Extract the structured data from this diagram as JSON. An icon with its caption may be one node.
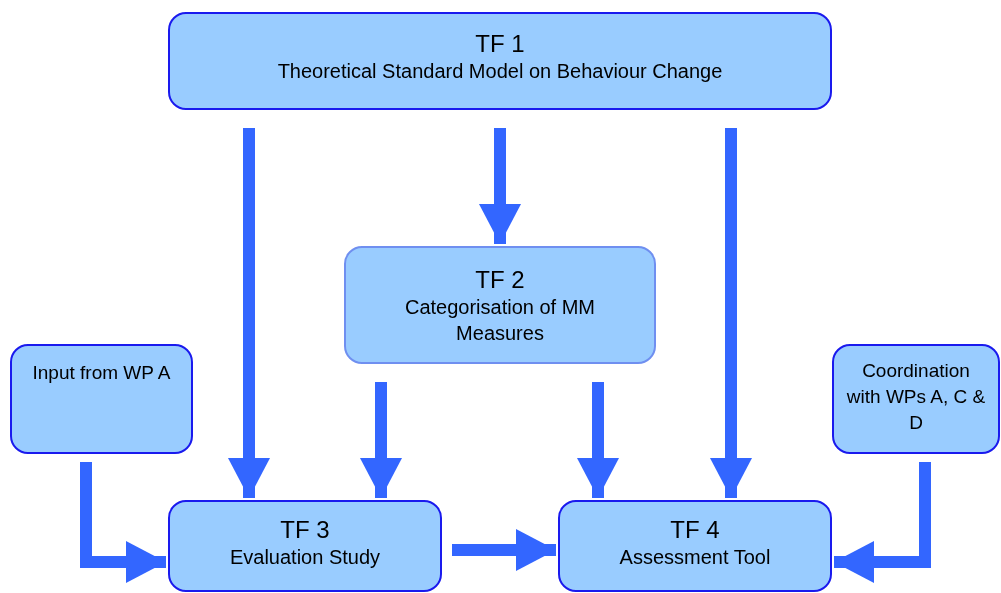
{
  "diagram": {
    "nodes": [
      {
        "text": [
          "TF 1",
          "Theoretical Standard Model on Behaviour Change"
        ]
      },
      {
        "text": [
          "TF 2",
          "Categorisation of MM Measures"
        ]
      },
      {
        "text": [
          "Input from WP A"
        ]
      },
      {
        "text": [
          "Coordination with WPs A, C & D"
        ]
      },
      {
        "text": [
          "TF 3",
          "Evaluation Study"
        ]
      },
      {
        "text": [
          "TF 4",
          "Assessment Tool"
        ]
      }
    ],
    "edges": [
      {
        "from": 0,
        "to": 4,
        "arrow": "to"
      },
      {
        "from": 0,
        "to": 1,
        "arrow": "to"
      },
      {
        "from": 0,
        "to": 5,
        "arrow": "to"
      },
      {
        "from": 1,
        "to": 4,
        "arrow": "to"
      },
      {
        "from": 1,
        "to": 5,
        "arrow": "to"
      },
      {
        "from": 2,
        "to": 4,
        "arrow": "to"
      },
      {
        "from": 3,
        "to": 5,
        "arrow": "to"
      },
      {
        "from": 4,
        "to": 5,
        "arrow": "to"
      }
    ]
  }
}
